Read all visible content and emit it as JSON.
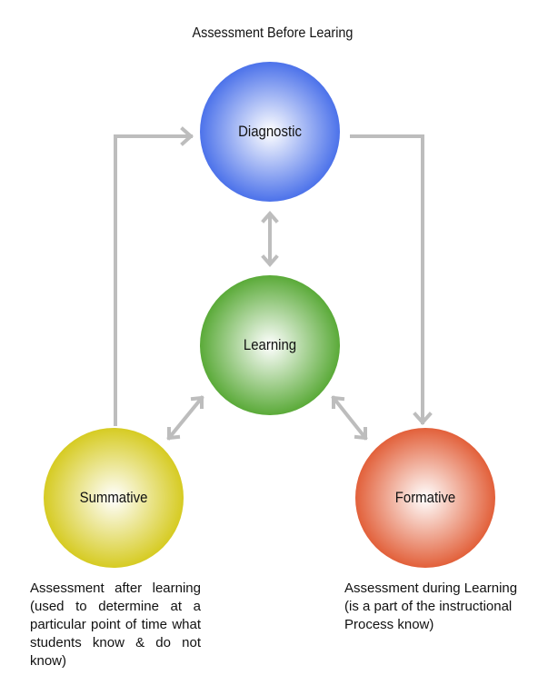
{
  "title": "Assessment Before Learing",
  "nodes": {
    "diagnostic": {
      "label": "Diagnostic",
      "color": "#4c72ea"
    },
    "learning": {
      "label": "Learning",
      "color": "#5aaa38"
    },
    "summative": {
      "label": "Summative",
      "color": "#d6cb22"
    },
    "formative": {
      "label": "Formative",
      "color": "#e2603a"
    }
  },
  "descriptions": {
    "summative": "Assessment after learning (used to determine at a particular point of time what students know & do not know)",
    "formative_lines": [
      "Assessment during Learning",
      "(is a part of the instructional",
      "Process know)"
    ]
  }
}
